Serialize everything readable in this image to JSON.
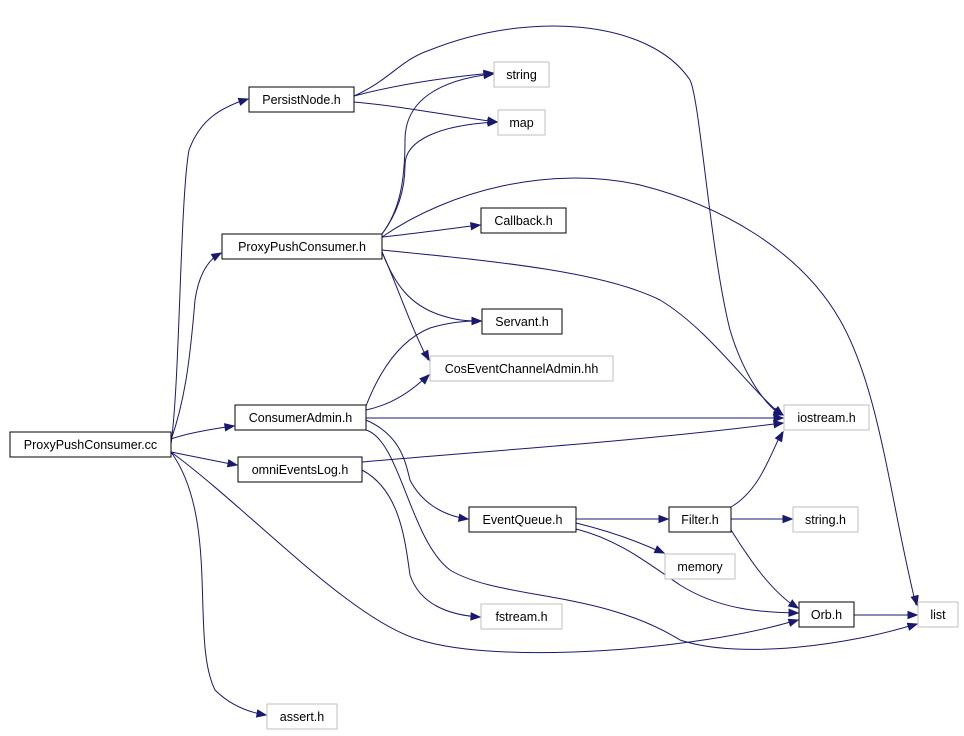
{
  "colors": {
    "edge": "#191970",
    "root_fill": "#000000",
    "root_text": "#ffffff",
    "node_border": "#000000",
    "external_border": "#bfbfbf",
    "text": "#000000"
  },
  "nodes": {
    "root": {
      "label": "ProxyPushConsumer.cc",
      "kind": "root"
    },
    "persistnode": {
      "label": "PersistNode.h",
      "kind": "local"
    },
    "string": {
      "label": "string",
      "kind": "external"
    },
    "map": {
      "label": "map",
      "kind": "external"
    },
    "callback": {
      "label": "Callback.h",
      "kind": "local"
    },
    "proxypushconsumer": {
      "label": "ProxyPushConsumer.h",
      "kind": "local"
    },
    "servant": {
      "label": "Servant.h",
      "kind": "local"
    },
    "coseventchanneladmin": {
      "label": "CosEventChannelAdmin.hh",
      "kind": "external"
    },
    "consumeradmin": {
      "label": "ConsumerAdmin.h",
      "kind": "local"
    },
    "iostream": {
      "label": "iostream.h",
      "kind": "external"
    },
    "omnieventslog": {
      "label": "omniEventsLog.h",
      "kind": "local"
    },
    "eventqueue": {
      "label": "EventQueue.h",
      "kind": "local"
    },
    "filter": {
      "label": "Filter.h",
      "kind": "local"
    },
    "string_h": {
      "label": "string.h",
      "kind": "external"
    },
    "memory": {
      "label": "memory",
      "kind": "external"
    },
    "orb": {
      "label": "Orb.h",
      "kind": "local"
    },
    "list": {
      "label": "list",
      "kind": "external"
    },
    "fstream": {
      "label": "fstream.h",
      "kind": "external"
    },
    "assert": {
      "label": "assert.h",
      "kind": "external"
    }
  },
  "edges": [
    [
      "root",
      "persistnode"
    ],
    [
      "root",
      "proxypushconsumer"
    ],
    [
      "root",
      "consumeradmin"
    ],
    [
      "root",
      "omnieventslog"
    ],
    [
      "root",
      "orb"
    ],
    [
      "root",
      "assert"
    ],
    [
      "persistnode",
      "string"
    ],
    [
      "persistnode",
      "map"
    ],
    [
      "persistnode",
      "iostream"
    ],
    [
      "proxypushconsumer",
      "string"
    ],
    [
      "proxypushconsumer",
      "map"
    ],
    [
      "proxypushconsumer",
      "callback"
    ],
    [
      "proxypushconsumer",
      "servant"
    ],
    [
      "proxypushconsumer",
      "coseventchanneladmin"
    ],
    [
      "proxypushconsumer",
      "iostream"
    ],
    [
      "proxypushconsumer",
      "list"
    ],
    [
      "consumeradmin",
      "servant"
    ],
    [
      "consumeradmin",
      "coseventchanneladmin"
    ],
    [
      "consumeradmin",
      "iostream"
    ],
    [
      "consumeradmin",
      "eventqueue"
    ],
    [
      "consumeradmin",
      "list"
    ],
    [
      "omnieventslog",
      "iostream"
    ],
    [
      "omnieventslog",
      "fstream"
    ],
    [
      "eventqueue",
      "filter"
    ],
    [
      "eventqueue",
      "memory"
    ],
    [
      "eventqueue",
      "orb"
    ],
    [
      "filter",
      "iostream"
    ],
    [
      "filter",
      "string_h"
    ],
    [
      "filter",
      "orb"
    ],
    [
      "orb",
      "list"
    ]
  ]
}
